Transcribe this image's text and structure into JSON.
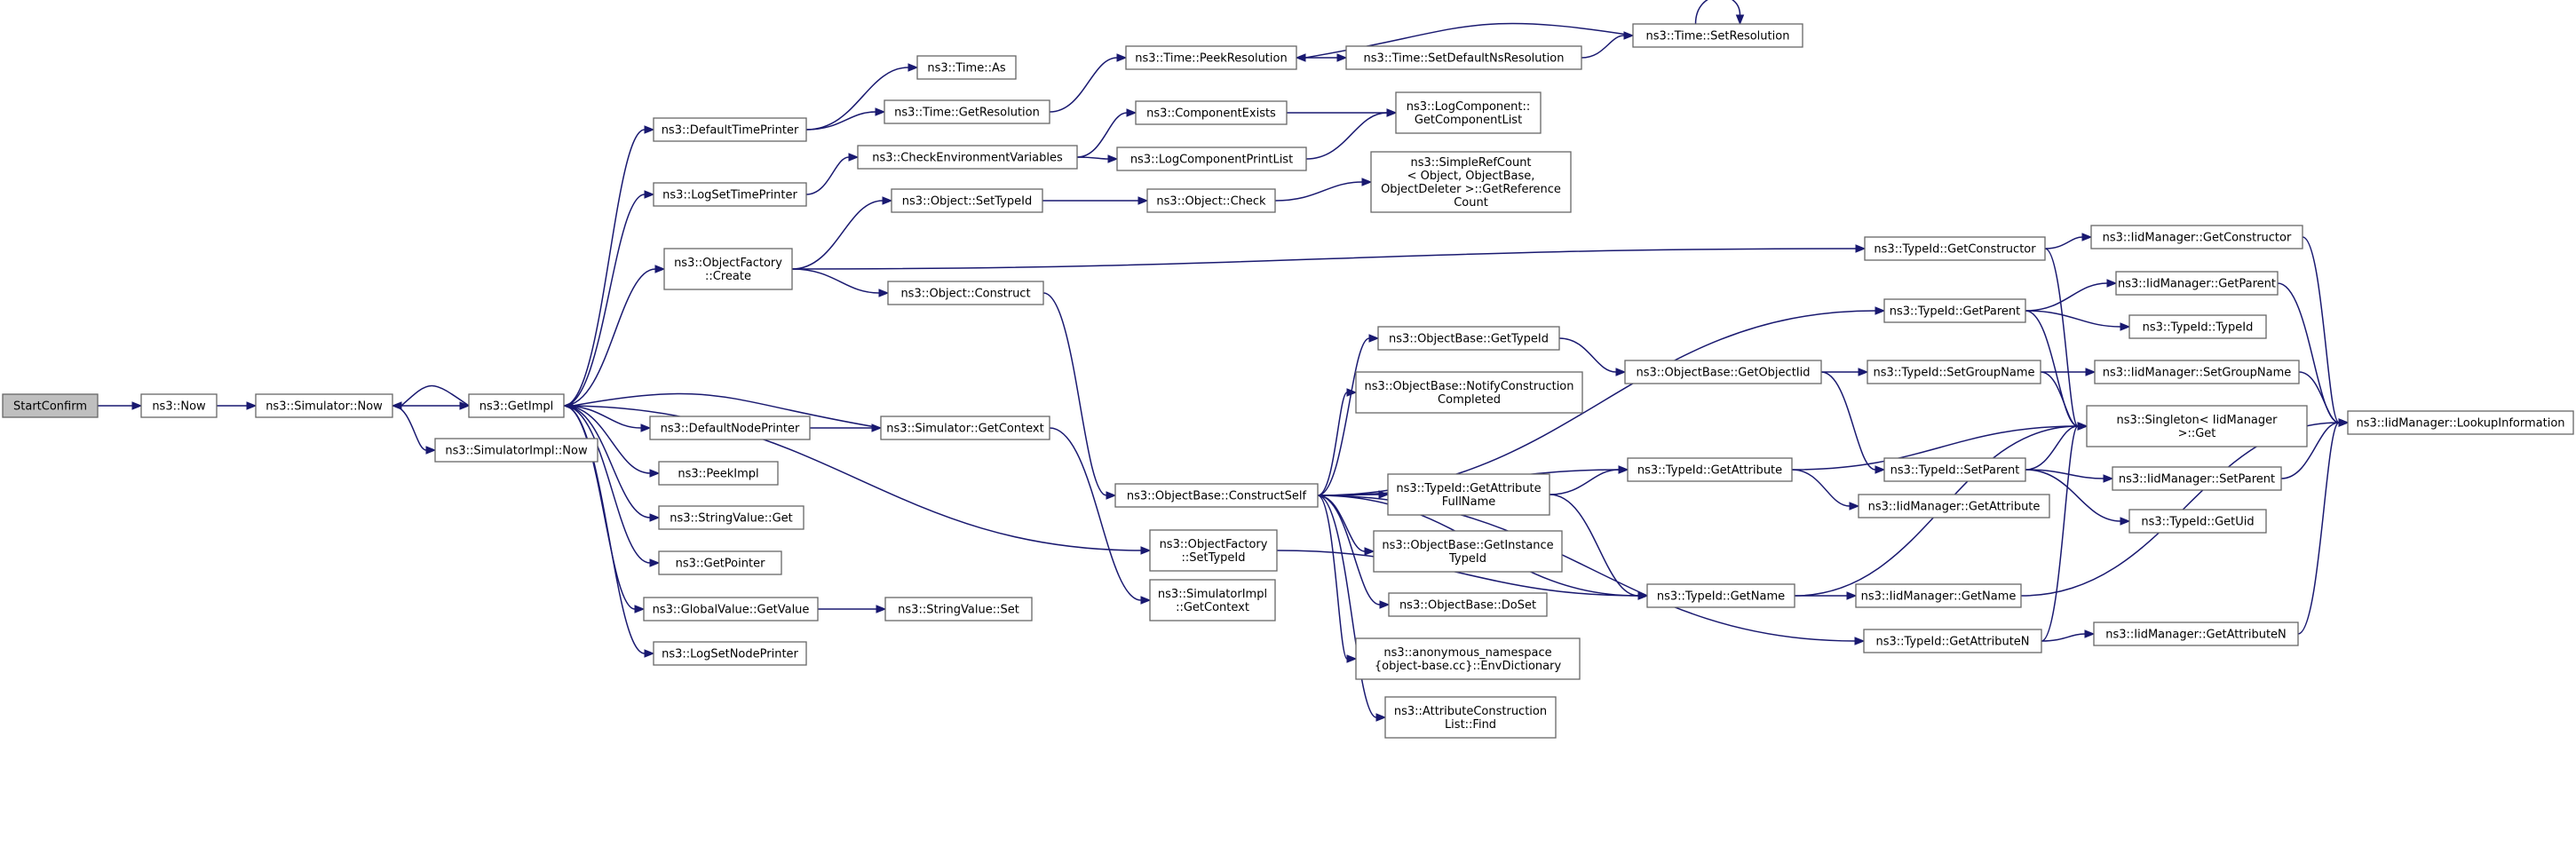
{
  "nodes": {
    "start_confirm": "StartConfirm",
    "now": "ns3::Now",
    "simulator_now": "ns3::Simulator::Now",
    "get_impl": "ns3::GetImpl",
    "simulator_impl_now": "ns3::SimulatorImpl::Now",
    "default_time_printer": "ns3::DefaultTimePrinter",
    "time_as": "ns3::Time::As",
    "time_get_resolution": "ns3::Time::GetResolution",
    "time_peek_resolution": "ns3::Time::PeekResolution",
    "time_set_default_ns_resolution": "ns3::Time::SetDefaultNsResolution",
    "time_set_resolution": "ns3::Time::SetResolution",
    "component_exists": "ns3::ComponentExists",
    "log_component_get_list": [
      "ns3::LogComponent::",
      "GetComponentList"
    ],
    "check_env_vars": "ns3::CheckEnvironmentVariables",
    "log_component_print_list": "ns3::LogComponentPrintList",
    "log_set_time_printer": "ns3::LogSetTimePrinter",
    "simple_ref_count": [
      "ns3::SimpleRefCount",
      "< Object, ObjectBase,",
      "ObjectDeleter >::GetReference",
      "Count"
    ],
    "object_set_type_id": "ns3::Object::SetTypeId",
    "object_check": "ns3::Object::Check",
    "object_factory_create": [
      "ns3::ObjectFactory",
      "::Create"
    ],
    "type_id_get_constructor": "ns3::TypeId::GetConstructor",
    "iid_get_constructor": "ns3::IidManager::GetConstructor",
    "object_construct": "ns3::Object::Construct",
    "type_id_get_parent": "ns3::TypeId::GetParent",
    "iid_get_parent": "ns3::IidManager::GetParent",
    "type_id_type_id": "ns3::TypeId::TypeId",
    "object_base_get_type_id": "ns3::ObjectBase::GetTypeId",
    "object_base_get_object_iid": "ns3::ObjectBase::GetObjectIid",
    "type_id_set_group_name": "ns3::TypeId::SetGroupName",
    "iid_set_group_name": "ns3::IidManager::SetGroupName",
    "object_base_notify": [
      "ns3::ObjectBase::NotifyConstruction",
      "Completed"
    ],
    "singleton_get": [
      "ns3::Singleton< IidManager",
      ">::Get"
    ],
    "iid_lookup_information": "ns3::IidManager::LookupInformation",
    "default_node_printer": "ns3::DefaultNodePrinter",
    "simulator_get_context": "ns3::Simulator::GetContext",
    "peek_impl": "ns3::PeekImpl",
    "type_id_get_attribute": "ns3::TypeId::GetAttribute",
    "type_id_set_parent": "ns3::TypeId::SetParent",
    "iid_set_parent": "ns3::IidManager::SetParent",
    "object_base_construct_self": "ns3::ObjectBase::ConstructSelf",
    "type_id_get_attr_full_name": [
      "ns3::TypeId::GetAttribute",
      "FullName"
    ],
    "iid_get_attribute": "ns3::IidManager::GetAttribute",
    "type_id_get_uid": "ns3::TypeId::GetUid",
    "string_value_get": "ns3::StringValue::Get",
    "object_factory_set_type_id": [
      "ns3::ObjectFactory",
      "::SetTypeId"
    ],
    "object_base_get_instance_type_id": [
      "ns3::ObjectBase::GetInstance",
      "TypeId"
    ],
    "get_pointer": "ns3::GetPointer",
    "simulator_impl_get_context": [
      "ns3::SimulatorImpl",
      "::GetContext"
    ],
    "object_base_do_set": "ns3::ObjectBase::DoSet",
    "type_id_get_name": "ns3::TypeId::GetName",
    "iid_get_name": "ns3::IidManager::GetName",
    "global_value_get_value": "ns3::GlobalValue::GetValue",
    "string_value_set": "ns3::StringValue::Set",
    "type_id_get_attribute_n": "ns3::TypeId::GetAttributeN",
    "iid_get_attribute_n": "ns3::IidManager::GetAttributeN",
    "log_set_node_printer": "ns3::LogSetNodePrinter",
    "anon_env_dictionary": [
      "ns3::anonymous_namespace",
      "{object-base.cc}::EnvDictionary"
    ],
    "attr_construction_list_find": [
      "ns3::AttributeConstruction",
      "List::Find"
    ]
  },
  "edges": [
    [
      "start_confirm",
      "now"
    ],
    [
      "now",
      "simulator_now"
    ],
    [
      "simulator_now",
      "get_impl"
    ],
    [
      "simulator_now",
      "simulator_impl_now"
    ],
    [
      "get_impl",
      "simulator_now"
    ],
    [
      "get_impl",
      "default_time_printer"
    ],
    [
      "get_impl",
      "log_set_time_printer"
    ],
    [
      "get_impl",
      "object_factory_create"
    ],
    [
      "get_impl",
      "object_factory_set_type_id"
    ],
    [
      "get_impl",
      "default_node_printer"
    ],
    [
      "get_impl",
      "peek_impl"
    ],
    [
      "get_impl",
      "string_value_get"
    ],
    [
      "get_impl",
      "get_pointer"
    ],
    [
      "get_impl",
      "global_value_get_value"
    ],
    [
      "get_impl",
      "log_set_node_printer"
    ],
    [
      "default_time_printer",
      "time_as"
    ],
    [
      "default_time_printer",
      "time_get_resolution"
    ],
    [
      "time_get_resolution",
      "time_peek_resolution"
    ],
    [
      "time_peek_resolution",
      "time_set_default_ns_resolution"
    ],
    [
      "time_set_default_ns_resolution",
      "time_set_resolution"
    ],
    [
      "time_set_resolution",
      "time_peek_resolution"
    ],
    [
      "time_set_resolution",
      "time_set_resolution"
    ],
    [
      "log_set_time_printer",
      "check_env_vars"
    ],
    [
      "check_env_vars",
      "component_exists"
    ],
    [
      "check_env_vars",
      "log_component_print_list"
    ],
    [
      "component_exists",
      "log_component_get_list"
    ],
    [
      "log_component_print_list",
      "log_component_get_list"
    ],
    [
      "object_factory_create",
      "object_set_type_id"
    ],
    [
      "object_factory_create",
      "type_id_get_constructor"
    ],
    [
      "object_factory_create",
      "object_construct"
    ],
    [
      "object_set_type_id",
      "object_check"
    ],
    [
      "object_check",
      "simple_ref_count"
    ],
    [
      "type_id_get_constructor",
      "iid_get_constructor"
    ],
    [
      "type_id_get_constructor",
      "singleton_get"
    ],
    [
      "iid_get_constructor",
      "iid_lookup_information"
    ],
    [
      "object_construct",
      "object_base_construct_self"
    ],
    [
      "default_node_printer",
      "simulator_get_context"
    ],
    [
      "simulator_get_context",
      "get_impl"
    ],
    [
      "simulator_get_context",
      "simulator_impl_get_context"
    ],
    [
      "global_value_get_value",
      "string_value_set"
    ],
    [
      "object_base_construct_self",
      "type_id_get_parent"
    ],
    [
      "object_base_construct_self",
      "object_base_get_type_id"
    ],
    [
      "object_base_construct_self",
      "object_base_notify"
    ],
    [
      "object_base_construct_self",
      "type_id_get_attribute"
    ],
    [
      "object_base_construct_self",
      "type_id_get_attr_full_name"
    ],
    [
      "object_base_construct_self",
      "object_base_get_instance_type_id"
    ],
    [
      "object_base_construct_self",
      "object_base_do_set"
    ],
    [
      "object_base_construct_self",
      "anon_env_dictionary"
    ],
    [
      "object_base_construct_self",
      "attr_construction_list_find"
    ],
    [
      "object_base_construct_self",
      "type_id_get_name"
    ],
    [
      "object_base_construct_self",
      "type_id_get_attribute_n"
    ],
    [
      "object_factory_set_type_id",
      "type_id_get_name"
    ],
    [
      "object_base_get_type_id",
      "object_base_get_object_iid"
    ],
    [
      "object_base_get_object_iid",
      "type_id_set_group_name"
    ],
    [
      "object_base_get_object_iid",
      "type_id_set_parent"
    ],
    [
      "type_id_get_parent",
      "iid_get_parent"
    ],
    [
      "type_id_get_parent",
      "type_id_type_id"
    ],
    [
      "type_id_get_parent",
      "singleton_get"
    ],
    [
      "iid_get_parent",
      "iid_lookup_information"
    ],
    [
      "type_id_set_group_name",
      "iid_set_group_name"
    ],
    [
      "type_id_set_group_name",
      "singleton_get"
    ],
    [
      "iid_set_group_name",
      "iid_lookup_information"
    ],
    [
      "type_id_get_attr_full_name",
      "type_id_get_attribute"
    ],
    [
      "type_id_get_attr_full_name",
      "type_id_get_name"
    ],
    [
      "type_id_get_attribute",
      "singleton_get"
    ],
    [
      "type_id_get_attribute",
      "iid_get_attribute"
    ],
    [
      "type_id_set_parent",
      "singleton_get"
    ],
    [
      "type_id_set_parent",
      "iid_set_parent"
    ],
    [
      "type_id_set_parent",
      "type_id_get_uid"
    ],
    [
      "iid_set_parent",
      "iid_lookup_information"
    ],
    [
      "type_id_get_name",
      "singleton_get"
    ],
    [
      "type_id_get_name",
      "iid_get_name"
    ],
    [
      "iid_get_name",
      "iid_lookup_information"
    ],
    [
      "type_id_get_attribute_n",
      "singleton_get"
    ],
    [
      "type_id_get_attribute_n",
      "iid_get_attribute_n"
    ],
    [
      "iid_get_attribute_n",
      "iid_lookup_information"
    ]
  ],
  "colors": {
    "edge": "#191970",
    "node_border": "#666666",
    "root_fill": "#bfbfbf"
  }
}
